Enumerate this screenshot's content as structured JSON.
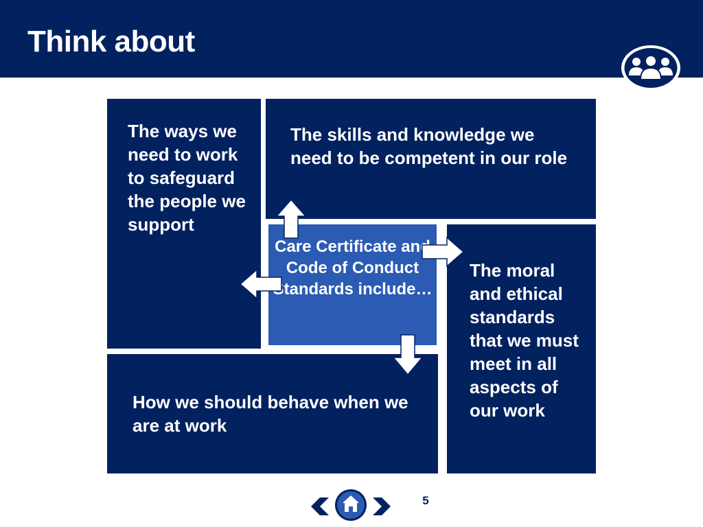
{
  "slide": {
    "title": "Think about",
    "page_number": "5"
  },
  "boxes": {
    "left": "The ways we need to work to safeguard the people we support",
    "top": "The skills and knowledge we need to be competent in our role",
    "right": "The moral and ethical standards that we must meet in all aspects of our work",
    "bottom": "How we should behave when we are at work",
    "center": "Care Certificate and Code of Conduct Standards include…"
  },
  "icons": {
    "badge": "people-group-icon",
    "previous": "chevron-left-icon",
    "home": "home-icon",
    "next": "chevron-right-icon"
  },
  "colors": {
    "navy": "#02215f",
    "center_blue": "#2b5bb2",
    "white": "#ffffff"
  }
}
